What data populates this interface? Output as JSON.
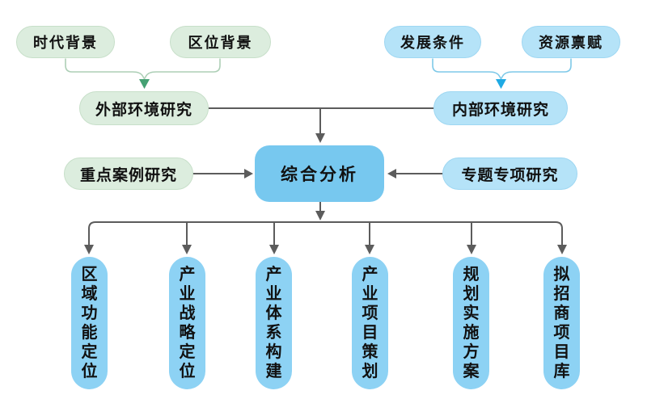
{
  "diagram_title": "",
  "nodes": {
    "era_background": {
      "label": "时代背景"
    },
    "location_background": {
      "label": "区位背景"
    },
    "development_conditions": {
      "label": "发展条件"
    },
    "resource_endowment": {
      "label": "资源禀赋"
    },
    "external_env_research": {
      "label": "外部环境研究"
    },
    "internal_env_research": {
      "label": "内部环境研究"
    },
    "key_case_research": {
      "label": "重点案例研究"
    },
    "comprehensive_analysis": {
      "label": "综合分析"
    },
    "special_topic_research": {
      "label": "专题专项研究"
    },
    "outputs": [
      {
        "label": "区域功能定位"
      },
      {
        "label": "产业战略定位"
      },
      {
        "label": "产业体系构建"
      },
      {
        "label": "产业项目策划"
      },
      {
        "label": "规划实施方案"
      },
      {
        "label": "拟招商项目库"
      }
    ]
  },
  "colors": {
    "green-fill": "#dcedde",
    "green-border": "#c7dfc9",
    "blue-light-fill": "#b5e3f8",
    "blue-light-border": "#9ed7f2",
    "blue-center-fill": "#77c8ef",
    "blue-pill-fill": "#8dd2f4",
    "edge-gray": "#5c5c5c",
    "bracket-green": "#adcfb6",
    "arrow-green": "#45a173",
    "bracket-blue": "#7ec9e8",
    "arrow-blue": "#1faae4",
    "text": "#111111"
  }
}
